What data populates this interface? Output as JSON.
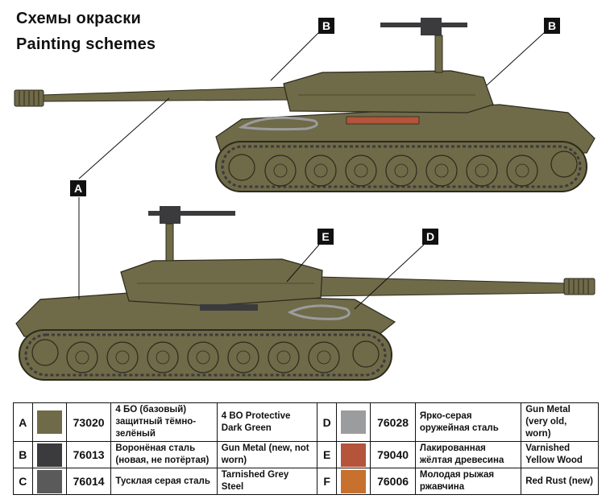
{
  "header": {
    "title_ru": "Схемы окраски",
    "title_en": "Painting schemes"
  },
  "callouts": {
    "a": "A",
    "b_left": "B",
    "b_right": "B",
    "e": "E",
    "d": "D"
  },
  "colors": {
    "A": "#6f6a48",
    "B": "#3b3b3d",
    "C": "#5a5a5b",
    "D": "#9b9c9d",
    "E": "#b4543a",
    "F": "#c8702d",
    "tank_body": "#6f6a48"
  },
  "legend": {
    "rows": [
      {
        "left": {
          "letter": "A",
          "code": "73020",
          "ru": "4 БО (базовый) защит­ный тёмно-зелёный",
          "en": "4 BO Protective Dark Green"
        },
        "right": {
          "letter": "D",
          "code": "76028",
          "ru": "Ярко-серая оружейная сталь",
          "en": "Gun Metal (very old, worn)"
        }
      },
      {
        "left": {
          "letter": "B",
          "code": "76013",
          "ru": "Воронёная сталь (но­вая, не потёртая)",
          "en": "Gun Metal (new, not worn)"
        },
        "right": {
          "letter": "E",
          "code": "79040",
          "ru": "Лакированная жёлтая древесина",
          "en": "Varnished Yellow Wood"
        }
      },
      {
        "left": {
          "letter": "C",
          "code": "76014",
          "ru": "Тусклая серая сталь",
          "en": "Tarnished Grey Steel"
        },
        "right": {
          "letter": "F",
          "code": "76006",
          "ru": "Молодая рыжая ржавчина",
          "en": "Red Rust (new)"
        }
      }
    ]
  }
}
